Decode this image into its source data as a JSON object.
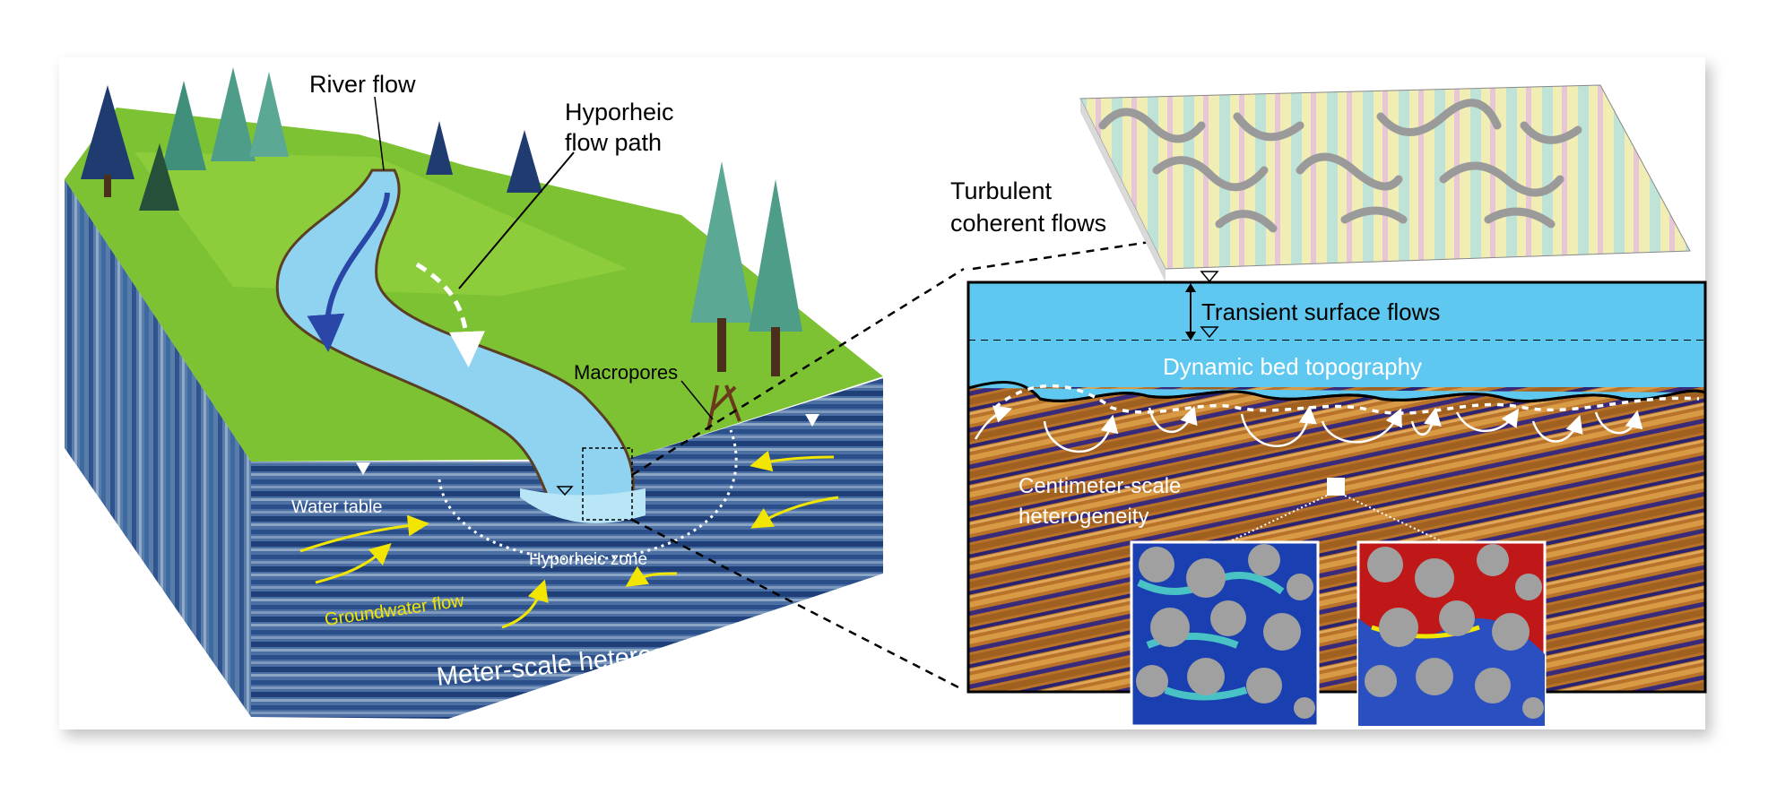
{
  "labels": {
    "river_flow": "River flow",
    "hyporheic_flow_path_1": "Hyporheic",
    "hyporheic_flow_path_2": "flow path",
    "macropores": "Macropores",
    "water_table": "Water table",
    "hyporheic_zone": "Hyporheic zone",
    "groundwater_flow": "Groundwater flow",
    "meter_scale": "Meter-scale heterogeneity",
    "turbulent_1": "Turbulent",
    "turbulent_2": "coherent flows",
    "transient": "Transient surface flows",
    "dynamic_bed": "Dynamic bed topography",
    "centimeter_1": "Centimeter-scale",
    "centimeter_2": "heterogeneity"
  },
  "colors": {
    "grass": "#7cc232",
    "river": "#8fd3f0",
    "water_panel": "#5ec8f0",
    "sediment_orange": "#c07a2a",
    "sediment_purple": "#3a2a7a",
    "groundwater_arrow": "#f2e600",
    "river_arrow": "#2a47a8"
  }
}
